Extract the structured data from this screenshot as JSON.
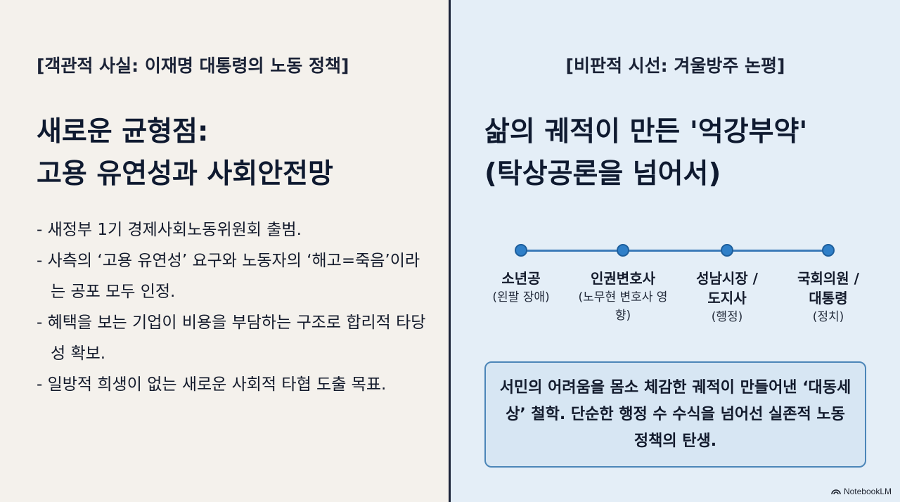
{
  "left": {
    "label": "[객관적 사실: 이재명 대통령의 노동 정책]",
    "title_line1": "새로운 균형점:",
    "title_line2": "고용 유연성과 사회안전망",
    "bullets": [
      "- 새정부 1기 경제사회노동위원회 출범.",
      "- 사측의 ‘고용 유연성’ 요구와 노동자의 ‘해고=죽음’이라는 공포 모두 인정.",
      "- 혜택을 보는 기업이 비용을 부담하는 구조로 합리적 타당성 확보.",
      "- 일방적 희생이 없는 새로운 사회적 타협 도출 목표."
    ]
  },
  "right": {
    "label": "[비판적 시선: 겨울방주 논평]",
    "title_line1": "삶의 궤적이 만든 '억강부약'",
    "title_line2": "(탁상공론을 넘어서)",
    "timeline": [
      {
        "name": "소년공",
        "sub": "(왼팔 장애)"
      },
      {
        "name": "인권변호사",
        "sub": "(노무현 변호사 영향)"
      },
      {
        "name": "성남시장 / 도지사",
        "sub": "(행정)"
      },
      {
        "name": "국회의원 / 대통령",
        "sub": "(정치)"
      }
    ],
    "callout": "서민의 어려움을 몸소 체감한 궤적이 만들어낸 ‘대동세상’ 철학. 단순한 행정 수 수식을 넘어선 실존적 노동 정책의 탄생."
  },
  "brand": "NotebookLM",
  "colors": {
    "left_bg": "#f4f1ec",
    "right_bg": "#e4eef7",
    "divider": "#1a2338",
    "accent": "#2f7fc8"
  }
}
